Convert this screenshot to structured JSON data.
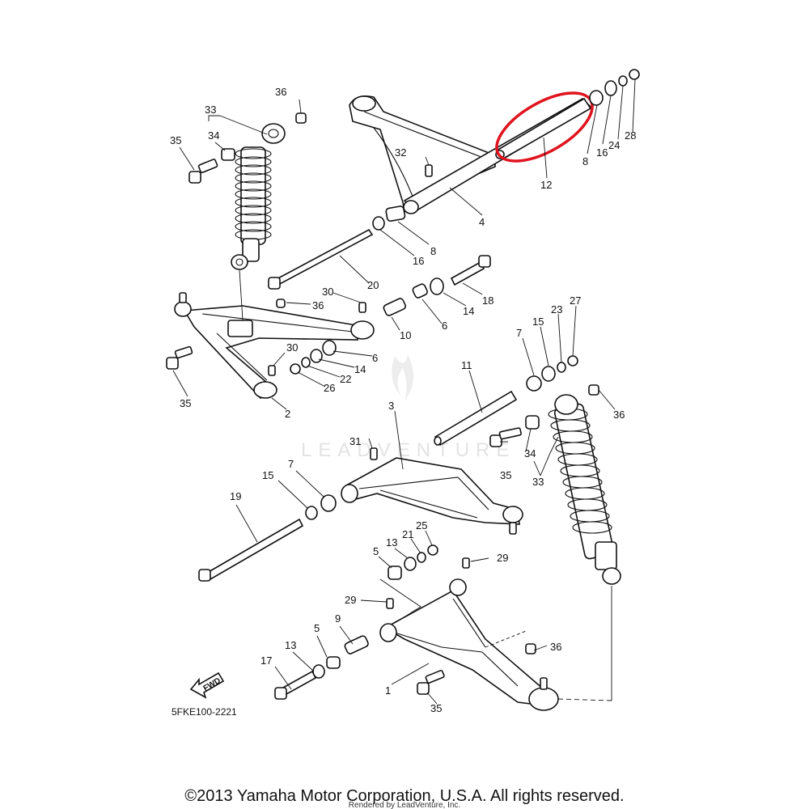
{
  "diagram_code": "5FKE100-2221",
  "copyright": "©2013 Yamaha Motor Corporation, U.S.A. All rights reserved.",
  "rendered_by": "Rendered by LeadVenture, Inc.",
  "watermark": "LEADVENTURE",
  "fwd_label": "FWD",
  "highlight_color": "#e0141e",
  "highlighted_part": "12",
  "callouts": [
    {
      "id": "c36a",
      "label": "36"
    },
    {
      "id": "c33a",
      "label": "33"
    },
    {
      "id": "c34a",
      "label": "34"
    },
    {
      "id": "c35a",
      "label": "35"
    },
    {
      "id": "c32",
      "label": "32"
    },
    {
      "id": "c8a",
      "label": "8"
    },
    {
      "id": "c16a",
      "label": "16"
    },
    {
      "id": "c24",
      "label": "24"
    },
    {
      "id": "c28",
      "label": "28"
    },
    {
      "id": "c12",
      "label": "12"
    },
    {
      "id": "c4",
      "label": "4"
    },
    {
      "id": "c8b",
      "label": "8"
    },
    {
      "id": "c16b",
      "label": "16"
    },
    {
      "id": "c20",
      "label": "20"
    },
    {
      "id": "c18",
      "label": "18"
    },
    {
      "id": "c30a",
      "label": "30"
    },
    {
      "id": "c36b",
      "label": "36"
    },
    {
      "id": "c14a",
      "label": "14"
    },
    {
      "id": "c6a",
      "label": "6"
    },
    {
      "id": "c10",
      "label": "10"
    },
    {
      "id": "c6b",
      "label": "6"
    },
    {
      "id": "c14b",
      "label": "14"
    },
    {
      "id": "c22",
      "label": "22"
    },
    {
      "id": "c26",
      "label": "26"
    },
    {
      "id": "c30b",
      "label": "30"
    },
    {
      "id": "c35b",
      "label": "35"
    },
    {
      "id": "c2",
      "label": "2"
    },
    {
      "id": "c7a",
      "label": "7"
    },
    {
      "id": "c15a",
      "label": "15"
    },
    {
      "id": "c23",
      "label": "23"
    },
    {
      "id": "c27",
      "label": "27"
    },
    {
      "id": "c11",
      "label": "11"
    },
    {
      "id": "c36c",
      "label": "36"
    },
    {
      "id": "c3",
      "label": "3"
    },
    {
      "id": "c31",
      "label": "31"
    },
    {
      "id": "c34b",
      "label": "34"
    },
    {
      "id": "c35c",
      "label": "35"
    },
    {
      "id": "c33b",
      "label": "33"
    },
    {
      "id": "c7b",
      "label": "7"
    },
    {
      "id": "c15b",
      "label": "15"
    },
    {
      "id": "c19",
      "label": "19"
    },
    {
      "id": "c5a",
      "label": "5"
    },
    {
      "id": "c13a",
      "label": "13"
    },
    {
      "id": "c21",
      "label": "21"
    },
    {
      "id": "c25",
      "label": "25"
    },
    {
      "id": "c29a",
      "label": "29"
    },
    {
      "id": "c29b",
      "label": "29"
    },
    {
      "id": "c9",
      "label": "9"
    },
    {
      "id": "c5b",
      "label": "5"
    },
    {
      "id": "c13b",
      "label": "13"
    },
    {
      "id": "c17",
      "label": "17"
    },
    {
      "id": "c1",
      "label": "1"
    },
    {
      "id": "c36d",
      "label": "36"
    },
    {
      "id": "c35d",
      "label": "35"
    }
  ]
}
